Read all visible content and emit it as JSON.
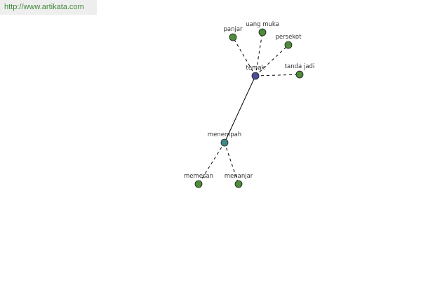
{
  "banner": {
    "url_text": "http://www.artikata.com"
  },
  "graph": {
    "nodes": [
      {
        "id": "temak",
        "label": "temak",
        "color": "#4b4c9a"
      },
      {
        "id": "panjar",
        "label": "panjar",
        "color": "#4e8b3a"
      },
      {
        "id": "uang_muka",
        "label": "uang muka",
        "color": "#4e8b3a"
      },
      {
        "id": "persekot",
        "label": "persekot",
        "color": "#4e8b3a"
      },
      {
        "id": "tanda_jadi",
        "label": "tanda jadi",
        "color": "#4e8b3a"
      },
      {
        "id": "menempah",
        "label": "menempah",
        "color": "#3e8a86"
      },
      {
        "id": "memesan",
        "label": "memesan",
        "color": "#4e8b3a"
      },
      {
        "id": "menanjar",
        "label": "menanjar",
        "color": "#4e8b3a"
      }
    ],
    "edges": [
      {
        "from": "temak",
        "to": "panjar",
        "style": "dashed"
      },
      {
        "from": "temak",
        "to": "uang_muka",
        "style": "dashed"
      },
      {
        "from": "temak",
        "to": "persekot",
        "style": "dashed"
      },
      {
        "from": "temak",
        "to": "tanda_jadi",
        "style": "dashed"
      },
      {
        "from": "temak",
        "to": "menempah",
        "style": "solid"
      },
      {
        "from": "menempah",
        "to": "memesan",
        "style": "dashed"
      },
      {
        "from": "menempah",
        "to": "menanjar",
        "style": "dashed"
      }
    ]
  }
}
